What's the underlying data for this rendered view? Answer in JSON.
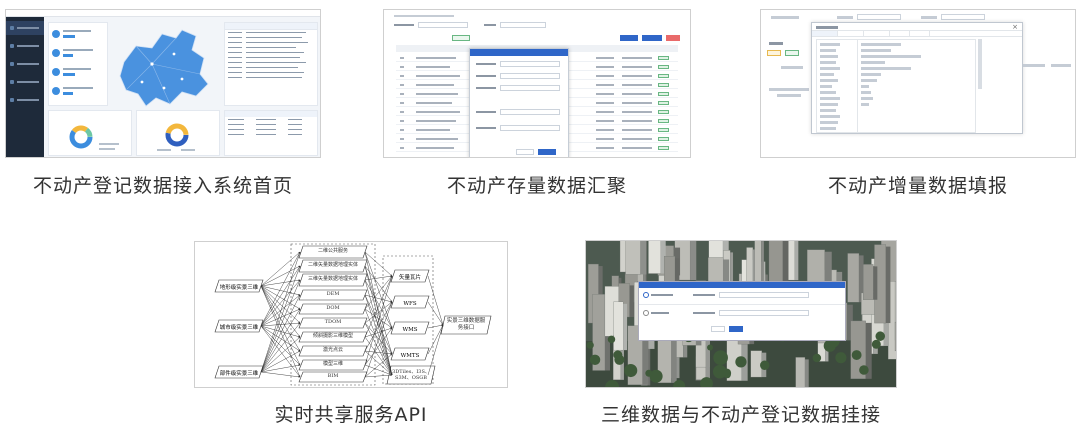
{
  "captions": {
    "dashboard": "不动产登记数据接入系统首页",
    "stock_aggregation": "不动产存量数据汇聚",
    "increment_entry": "不动产增量数据填报",
    "realtime_api": "实时共享服务API",
    "mount_3d": "三维数据与不动产登记数据挂接"
  },
  "diagram": {
    "sources": [
      "地形级实景三维",
      "城市级实景三维",
      "部件级实景三维"
    ],
    "products": [
      "二维公共服务",
      "二维矢量数据地理实体",
      "三维矢量数据地理实体",
      "DEM",
      "DOM",
      "TDOM",
      "倾斜摄影三维模型",
      "激光点云",
      "模型三维",
      "BIM"
    ],
    "services": [
      "矢量瓦片",
      "WFS",
      "WMS",
      "WMTS",
      "3DTiles、I3S、S3M、OSGB"
    ],
    "outputs": [
      "实景三维数据服务接口"
    ]
  },
  "colors": {
    "sidebar": "#1e2a3a",
    "accent": "#2f66c8",
    "map": "#3c8dde",
    "status_green": "#69b783"
  }
}
